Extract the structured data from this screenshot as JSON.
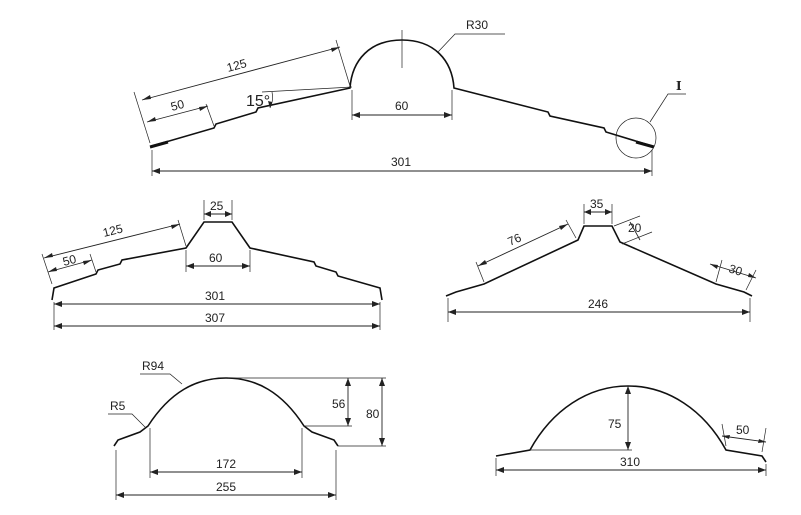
{
  "profile1": {
    "radius": "R30",
    "angle": "15°",
    "slope_length": "125",
    "slope_segment": "50",
    "crest_width": "60",
    "overall_width": "301",
    "detail_mark": "I"
  },
  "profile2": {
    "slope_length": "125",
    "slope_segment": "50",
    "top_width": "25",
    "bottom_width": "60",
    "inner_width": "301",
    "overall_width": "307"
  },
  "profile3": {
    "top_width": "35",
    "shoulder": "20",
    "slope_length": "76",
    "end_segment": "30",
    "overall_width": "246"
  },
  "profile4": {
    "radius_large": "R94",
    "radius_small": "R5",
    "height_inner": "56",
    "height_outer": "80",
    "arch_width": "172",
    "overall_width": "255"
  },
  "profile5": {
    "height": "75",
    "end_segment": "50",
    "overall_width": "310"
  }
}
